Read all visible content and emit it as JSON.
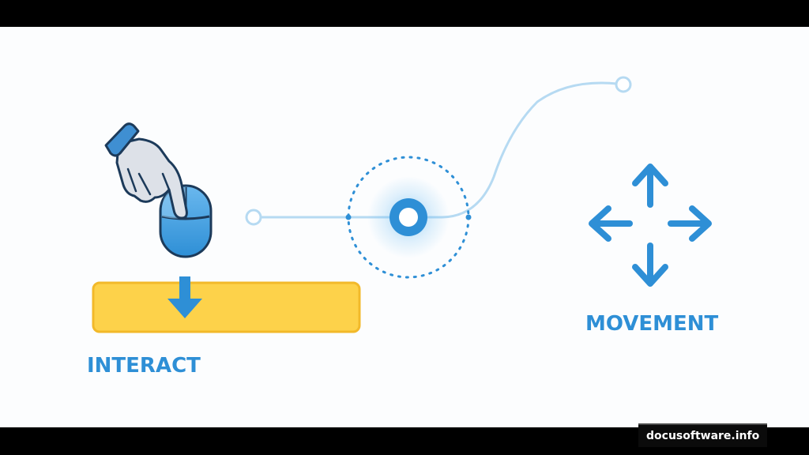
{
  "labels": {
    "interact": "INTERACT",
    "movement": "MOVEMENT"
  },
  "watermark": "docusoftware.info",
  "icons": {
    "hand": "hand-pointer-icon",
    "mouse": "computer-mouse-icon",
    "down_arrow": "arrow-down-icon",
    "move": "four-way-arrows-icon",
    "cursor_target": "cursor-target-icon"
  },
  "colors": {
    "background": "#fcfdfe",
    "accent_blue": "#2e8fd6",
    "light_blue": "#b6daf2",
    "yellow_bar": "#fdd24a",
    "yellow_border": "#f2b92a",
    "hand_gray": "#dde1e8",
    "outline_dark": "#1c3a5a"
  }
}
